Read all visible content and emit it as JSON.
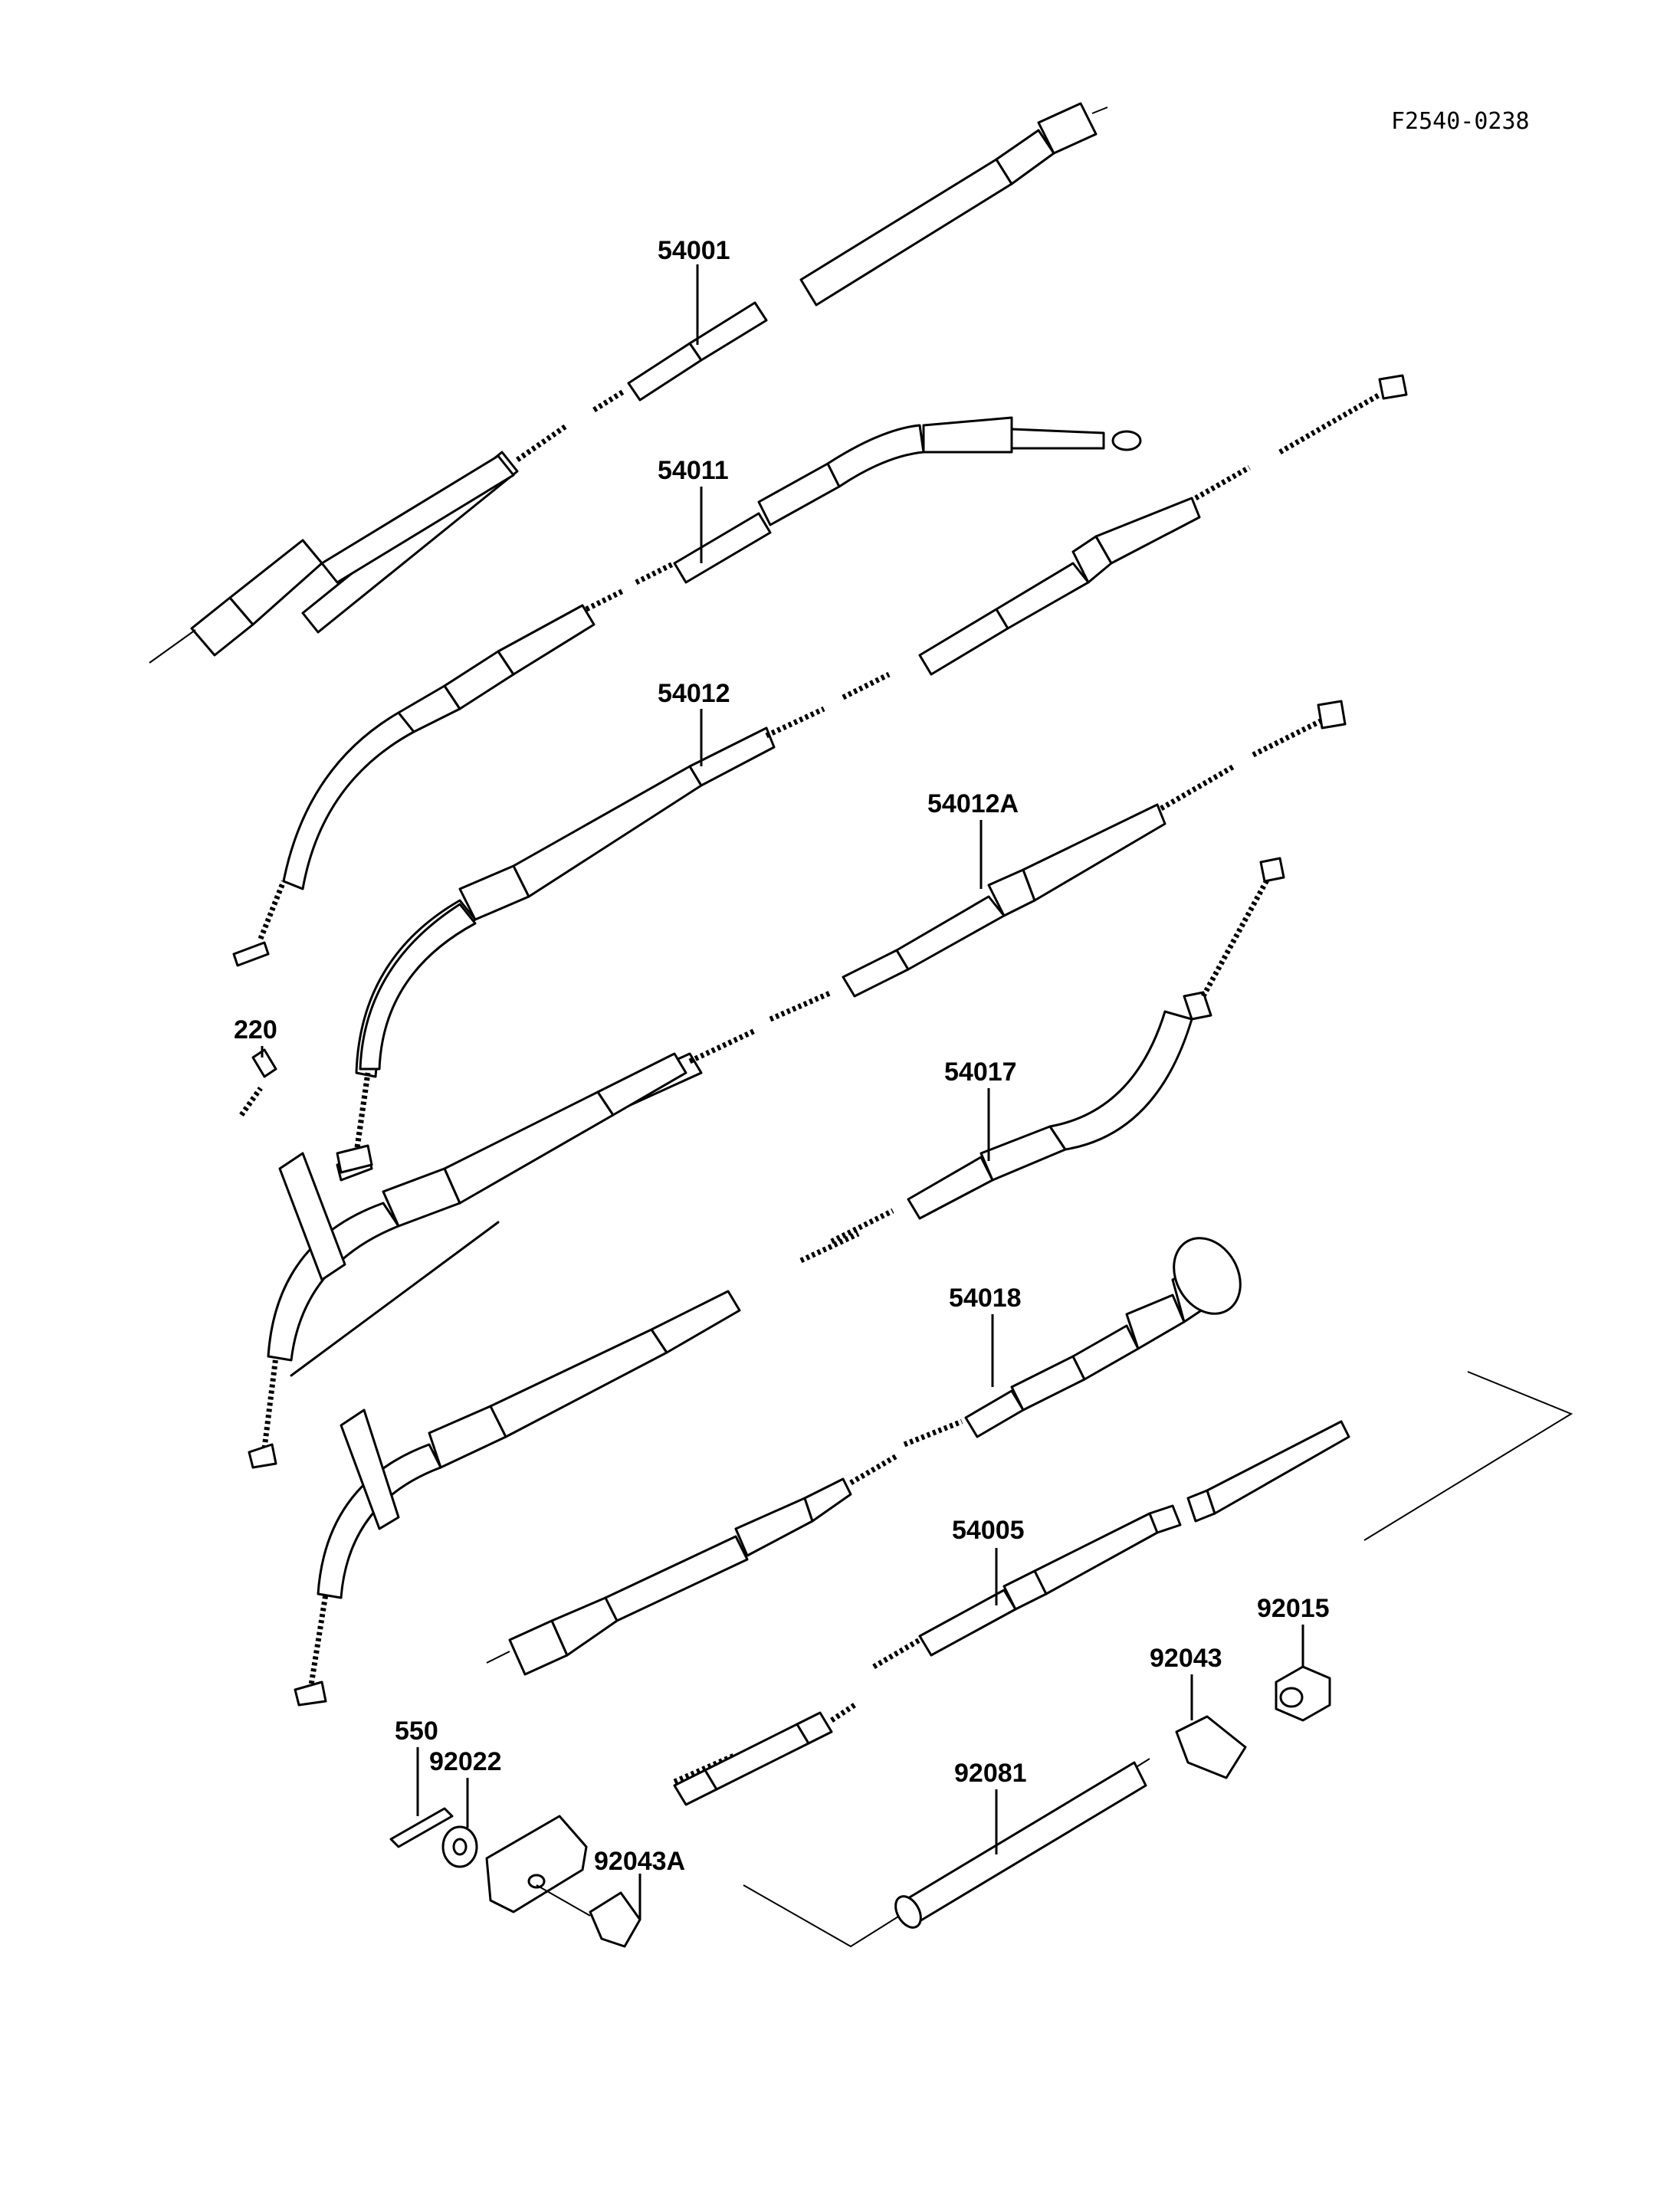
{
  "figure_code": "F2540-0238",
  "parts": {
    "p54001": "54001",
    "p54011": "54011",
    "p54012": "54012",
    "p54012A": "54012A",
    "p220": "220",
    "p54017": "54017",
    "p54018": "54018",
    "p54005": "54005",
    "p92015": "92015",
    "p92043": "92043",
    "p550": "550",
    "p92022": "92022",
    "p92081": "92081",
    "p92043A": "92043A"
  }
}
